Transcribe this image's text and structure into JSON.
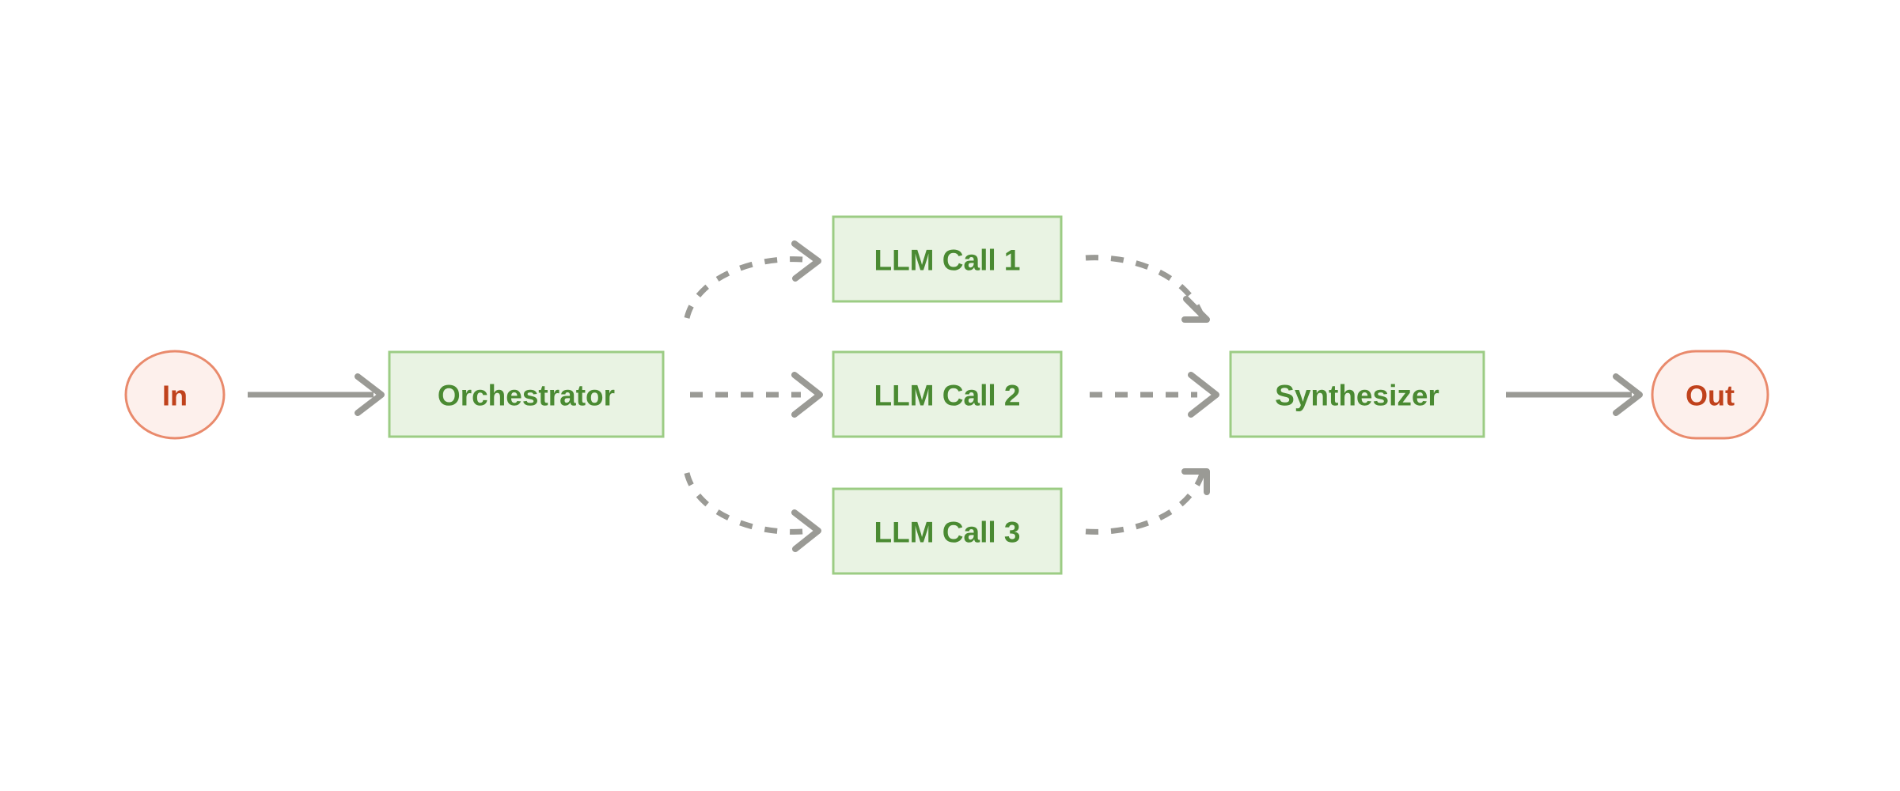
{
  "diagram": {
    "type": "flowchart",
    "orientation": "left-to-right",
    "background_color": "#ffffff",
    "palette": {
      "process_fill": "#e9f3e3",
      "process_stroke": "#9ccc84",
      "process_text": "#4a8a32",
      "terminal_fill": "#fdf0ec",
      "terminal_stroke": "#e98a6c",
      "terminal_text": "#c0421c",
      "edge_color": "#9a9a95"
    },
    "nodes": [
      {
        "id": "in",
        "label": "In",
        "shape": "ellipse",
        "role": "terminal"
      },
      {
        "id": "orch",
        "label": "Orchestrator",
        "shape": "rectangle",
        "role": "process"
      },
      {
        "id": "llm1",
        "label": "LLM Call 1",
        "shape": "rectangle",
        "role": "process"
      },
      {
        "id": "llm2",
        "label": "LLM Call 2",
        "shape": "rectangle",
        "role": "process"
      },
      {
        "id": "llm3",
        "label": "LLM Call 3",
        "shape": "rectangle",
        "role": "process"
      },
      {
        "id": "synth",
        "label": "Synthesizer",
        "shape": "rectangle",
        "role": "process"
      },
      {
        "id": "out",
        "label": "Out",
        "shape": "stadium",
        "role": "terminal"
      }
    ],
    "edges": [
      {
        "from": "in",
        "to": "orch",
        "style": "solid",
        "label": ""
      },
      {
        "from": "orch",
        "to": "llm1",
        "style": "dashed",
        "label": ""
      },
      {
        "from": "orch",
        "to": "llm2",
        "style": "dashed",
        "label": ""
      },
      {
        "from": "orch",
        "to": "llm3",
        "style": "dashed",
        "label": ""
      },
      {
        "from": "llm1",
        "to": "synth",
        "style": "dashed",
        "label": ""
      },
      {
        "from": "llm2",
        "to": "synth",
        "style": "dashed",
        "label": ""
      },
      {
        "from": "llm3",
        "to": "synth",
        "style": "dashed",
        "label": ""
      },
      {
        "from": "synth",
        "to": "out",
        "style": "solid",
        "label": ""
      }
    ]
  }
}
